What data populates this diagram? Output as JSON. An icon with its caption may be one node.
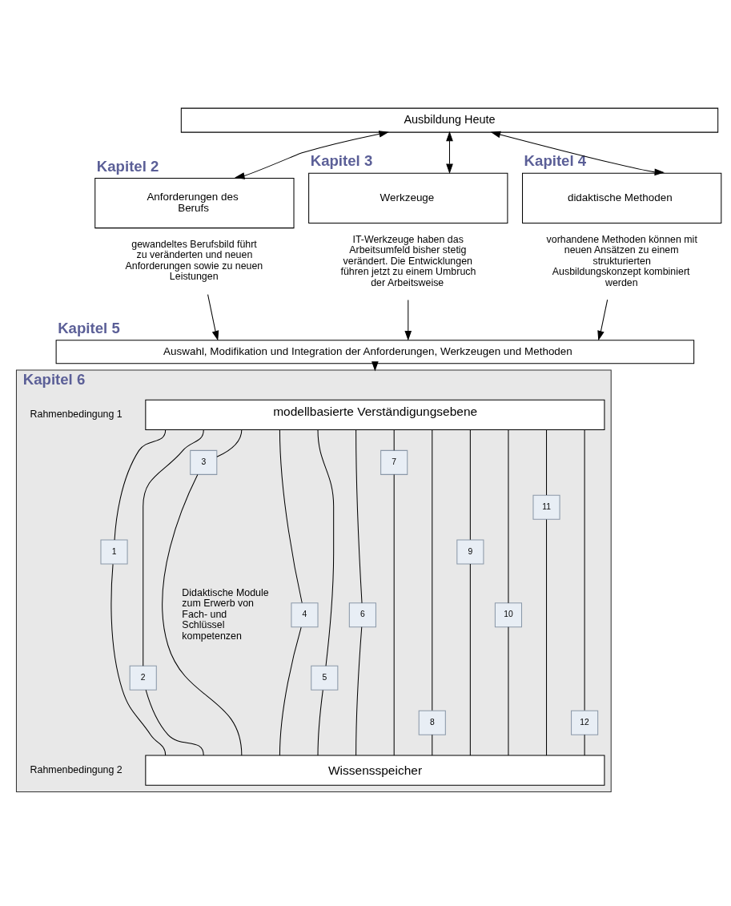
{
  "diagram": {
    "nodes": [
      {
        "text": [
          "Ausbildung Heute"
        ]
      },
      {
        "text": [
          "Kapitel 2",
          "Anforderungen des Berufs"
        ],
        "beside": [
          "gewandeltes Berufsbild führt zu veränderten und neuen Anforderungen sowie zu neuen Leistungen"
        ]
      },
      {
        "text": [
          "Kapitel 3",
          "Werkzeuge"
        ],
        "beside": [
          "IT-Werkzeuge haben das Arbeitsumfeld bisher stetig verändert. Die Entwicklungen führen jetzt zu einem Umbruch der Arbeitsweise"
        ]
      },
      {
        "text": [
          "Kapitel 4",
          "didaktische Methoden"
        ],
        "beside": [
          "vorhandene Methoden können mit neuen Ansätzen zu einem strukturierten Ausbildungskonzept kombiniert werden"
        ]
      },
      {
        "text": [
          "Kapitel 5",
          "Auswahl, Modifikation und Integration der Anforderungen, Werkzeugen und Methoden"
        ]
      },
      {
        "text": [
          "Kapitel 6"
        ]
      },
      {
        "text": [
          "modellbasierte Verständigungsebene"
        ],
        "in": 5
      },
      {
        "text": [
          "Wissensspeicher"
        ],
        "in": 5
      },
      {
        "text": [
          "1"
        ],
        "in": 5
      },
      {
        "text": [
          "2"
        ],
        "in": 5
      },
      {
        "text": [
          "3"
        ],
        "in": 5
      },
      {
        "text": [
          "4"
        ],
        "in": 5
      },
      {
        "text": [
          "5"
        ],
        "in": 5
      },
      {
        "text": [
          "6"
        ],
        "in": 5
      },
      {
        "text": [
          "7"
        ],
        "in": 5
      },
      {
        "text": [
          "8"
        ],
        "in": 5
      },
      {
        "text": [
          "9"
        ],
        "in": 5
      },
      {
        "text": [
          "10"
        ],
        "in": 5
      },
      {
        "text": [
          "11"
        ],
        "in": 5
      },
      {
        "text": [
          "12"
        ],
        "in": 5
      }
    ],
    "edges": [
      {
        "from": 0,
        "to": 1,
        "arrow": "both"
      },
      {
        "from": 0,
        "to": 2,
        "arrow": "both"
      },
      {
        "from": 0,
        "to": 3,
        "arrow": "both"
      },
      {
        "from": 1,
        "to": 4,
        "arrow": "to"
      },
      {
        "from": 2,
        "to": 4,
        "arrow": "to"
      },
      {
        "from": 3,
        "to": 4,
        "arrow": "to"
      },
      {
        "from": 4,
        "to": 5,
        "arrow": "to"
      },
      {
        "from": 6,
        "to": 8,
        "arrow": "none"
      },
      {
        "from": 8,
        "to": 7,
        "arrow": "none"
      },
      {
        "from": 6,
        "to": 9,
        "arrow": "none"
      },
      {
        "from": 9,
        "to": 7,
        "arrow": "none"
      },
      {
        "from": 6,
        "to": 10,
        "arrow": "none"
      },
      {
        "from": 10,
        "to": 7,
        "arrow": "none"
      },
      {
        "from": 6,
        "to": 11,
        "arrow": "none"
      },
      {
        "from": 11,
        "to": 7,
        "arrow": "none"
      },
      {
        "from": 6,
        "to": 12,
        "arrow": "none"
      },
      {
        "from": 12,
        "to": 7,
        "arrow": "none"
      },
      {
        "from": 6,
        "to": 13,
        "arrow": "none"
      },
      {
        "from": 13,
        "to": 7,
        "arrow": "none"
      },
      {
        "from": 6,
        "to": 14,
        "arrow": "none"
      },
      {
        "from": 14,
        "to": 7,
        "arrow": "none"
      },
      {
        "from": 6,
        "to": 15,
        "arrow": "none"
      },
      {
        "from": 15,
        "to": 7,
        "arrow": "none"
      },
      {
        "from": 6,
        "to": 16,
        "arrow": "none"
      },
      {
        "from": 16,
        "to": 7,
        "arrow": "none"
      },
      {
        "from": 6,
        "to": 17,
        "arrow": "none"
      },
      {
        "from": 17,
        "to": 7,
        "arrow": "none"
      },
      {
        "from": 6,
        "to": 18,
        "arrow": "none"
      },
      {
        "from": 18,
        "to": 7,
        "arrow": "none"
      },
      {
        "from": 6,
        "to": 19,
        "arrow": "none"
      },
      {
        "from": 19,
        "to": 7,
        "arrow": "none"
      }
    ],
    "labels": [
      "Rahmenbedingung 1",
      "Didaktische Module zum Erwerb von Fach- und Schlüssel kompetenzen",
      "Rahmenbedingung 2"
    ]
  }
}
